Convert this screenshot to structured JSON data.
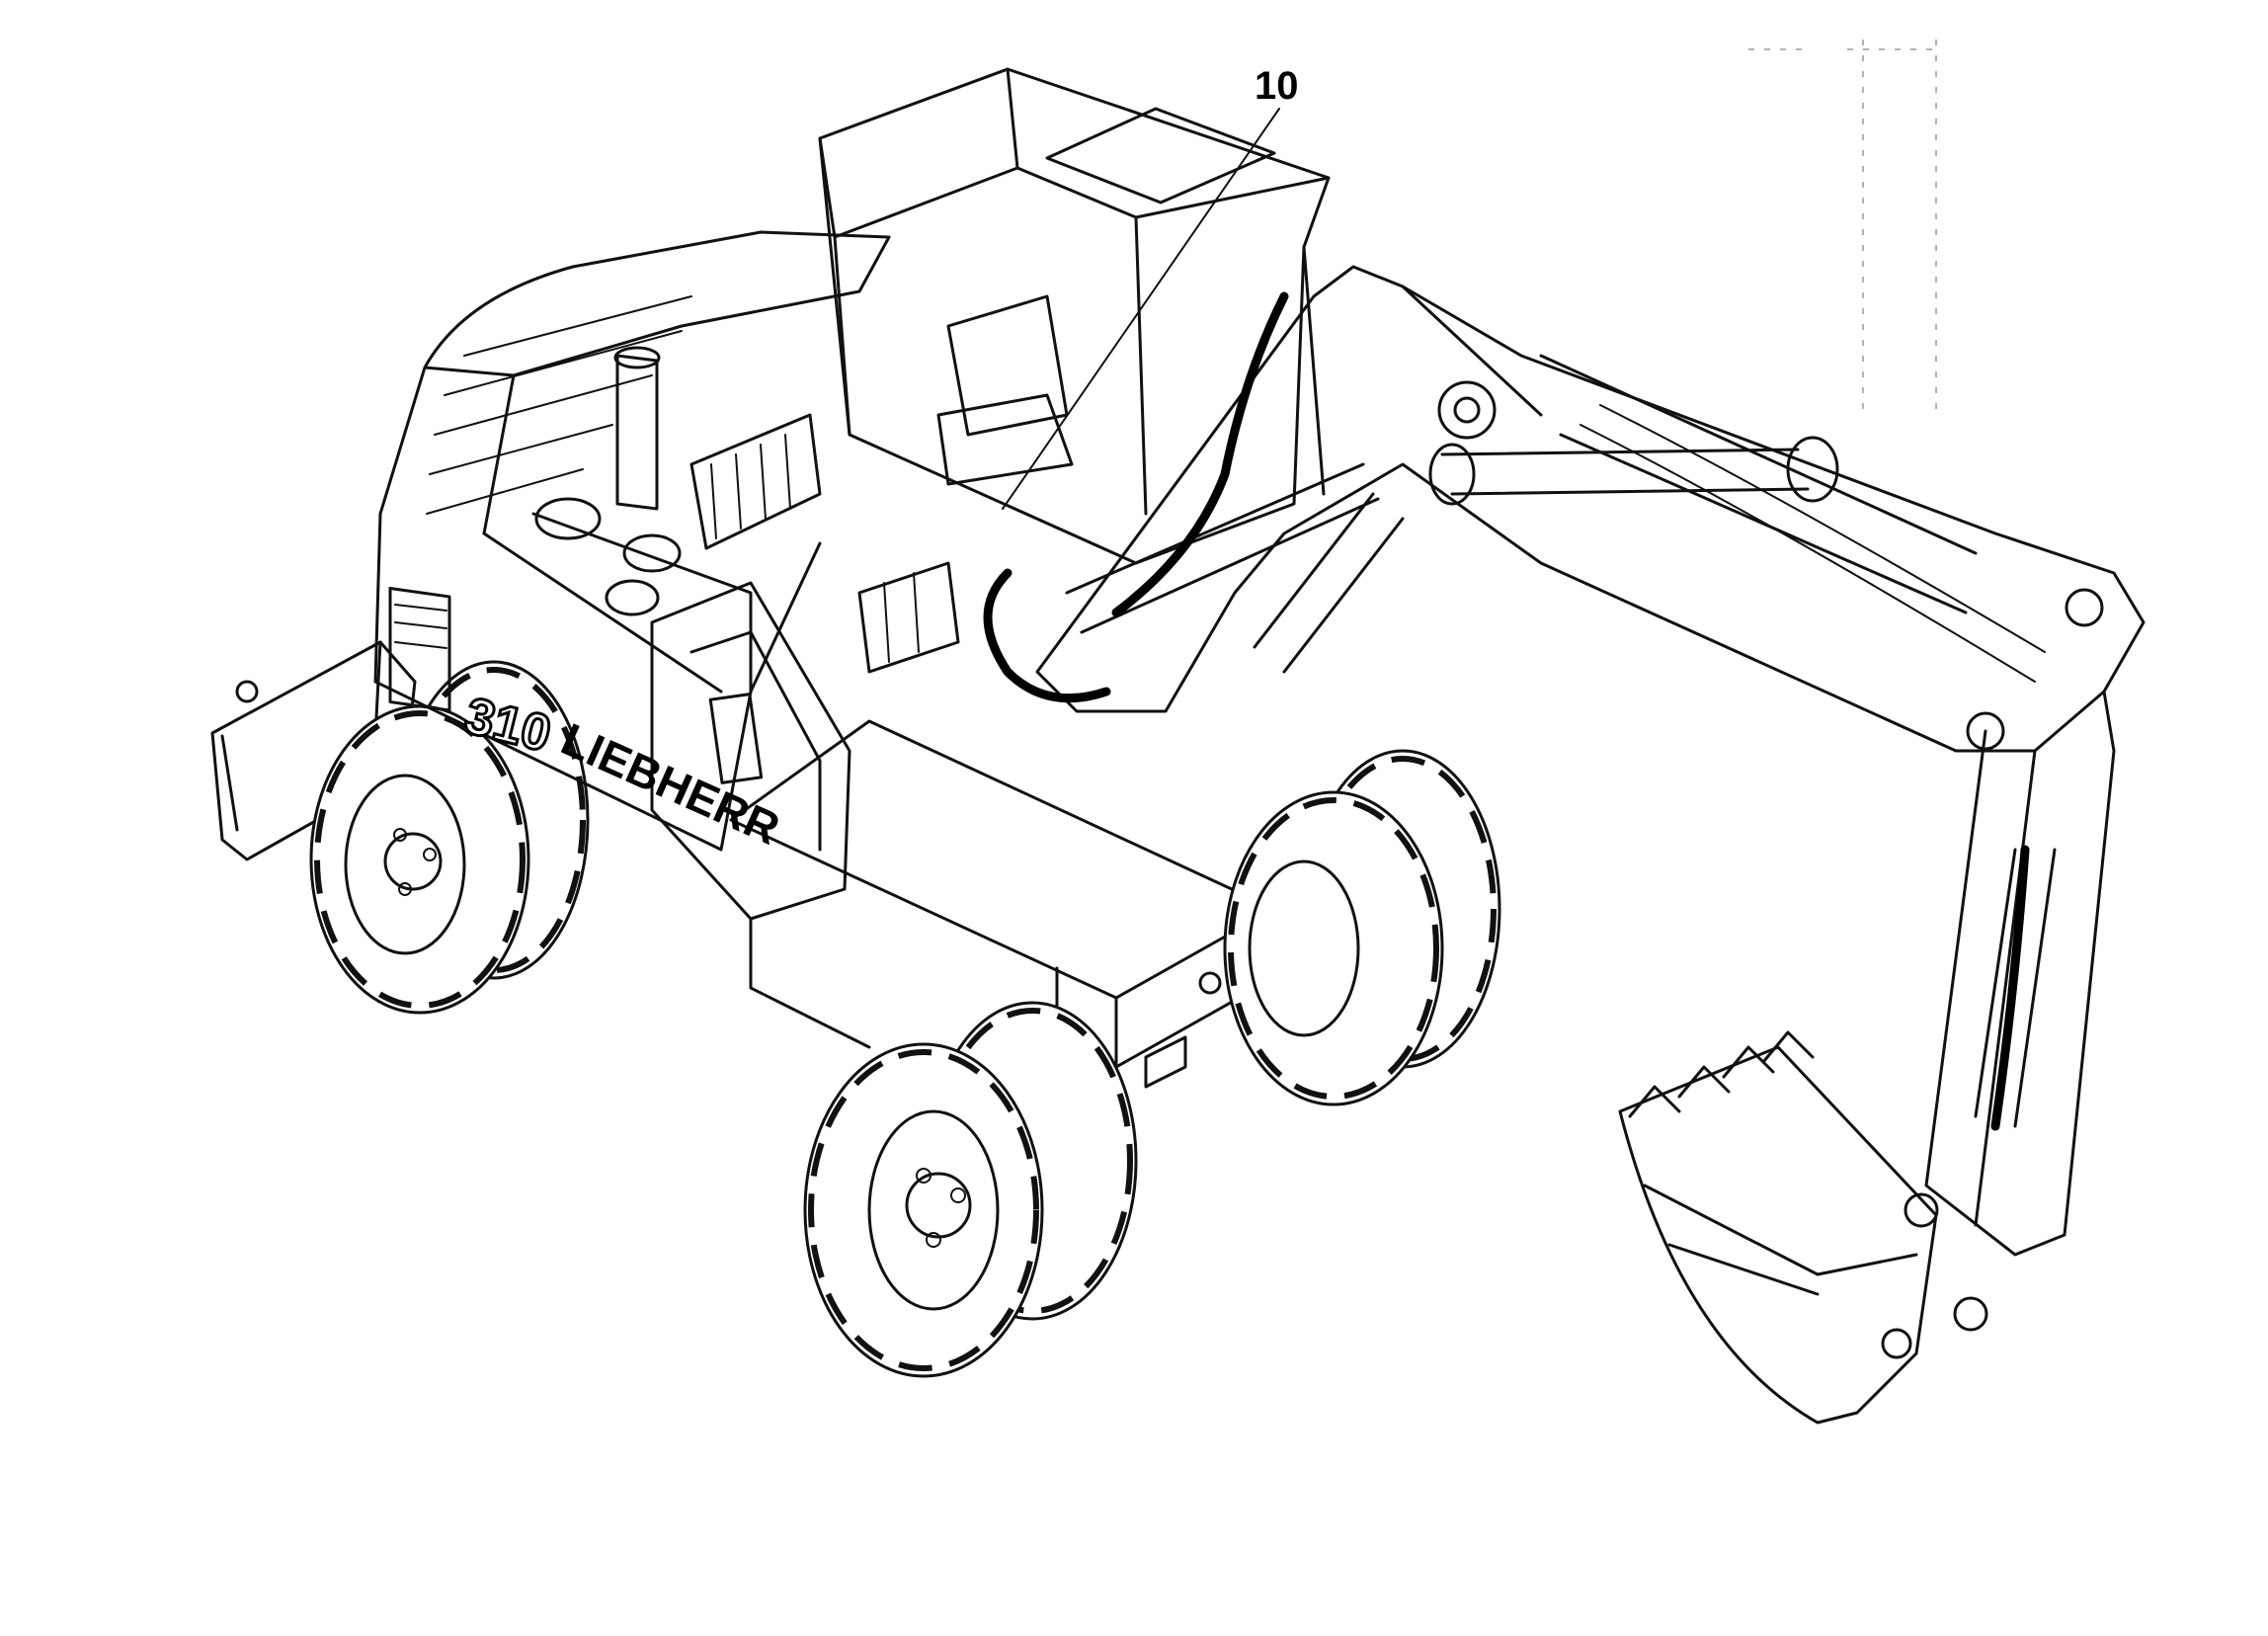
{
  "diagram": {
    "callouts": [
      {
        "label": "10"
      }
    ],
    "machine_markings": {
      "model_number": "310",
      "brand": "LIEBHERR"
    }
  }
}
